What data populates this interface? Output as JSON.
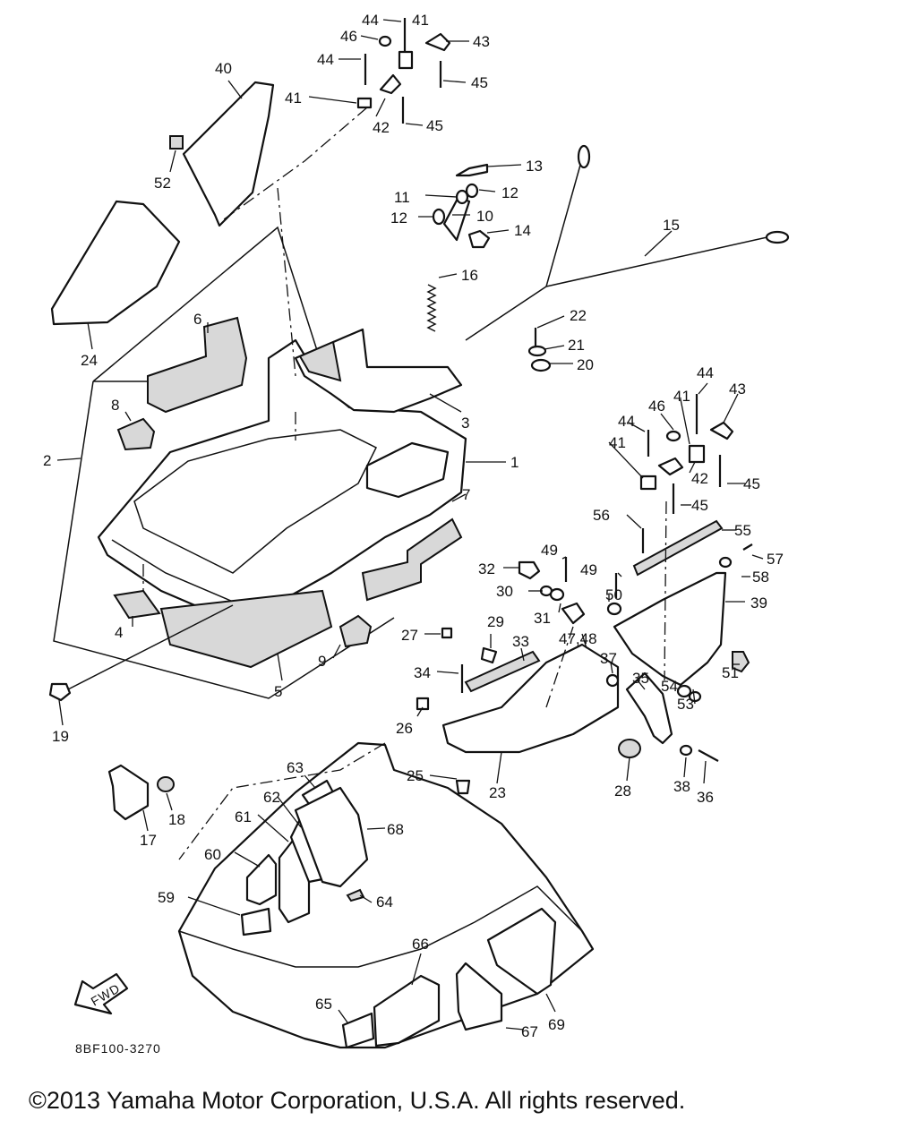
{
  "diagram": {
    "drawing_code": "8BF100-3270",
    "fwd_badge": "FWD",
    "callouts": [
      "1",
      "2",
      "3",
      "4",
      "5",
      "6",
      "7",
      "8",
      "9",
      "10",
      "11",
      "12",
      "13",
      "14",
      "15",
      "16",
      "17",
      "18",
      "19",
      "20",
      "21",
      "22",
      "23",
      "24",
      "25",
      "26",
      "27",
      "28",
      "29",
      "30",
      "31",
      "32",
      "33",
      "34",
      "35",
      "36",
      "37",
      "38",
      "39",
      "40",
      "41",
      "42",
      "43",
      "44",
      "45",
      "46",
      "47,48",
      "49",
      "50",
      "51",
      "52",
      "53",
      "54",
      "55",
      "56",
      "57",
      "58",
      "59",
      "60",
      "61",
      "62",
      "63",
      "64",
      "65",
      "66",
      "67",
      "68",
      "69"
    ]
  },
  "footer": {
    "copyright": "©2013 Yamaha Motor Corporation, U.S.A. All rights reserved."
  }
}
